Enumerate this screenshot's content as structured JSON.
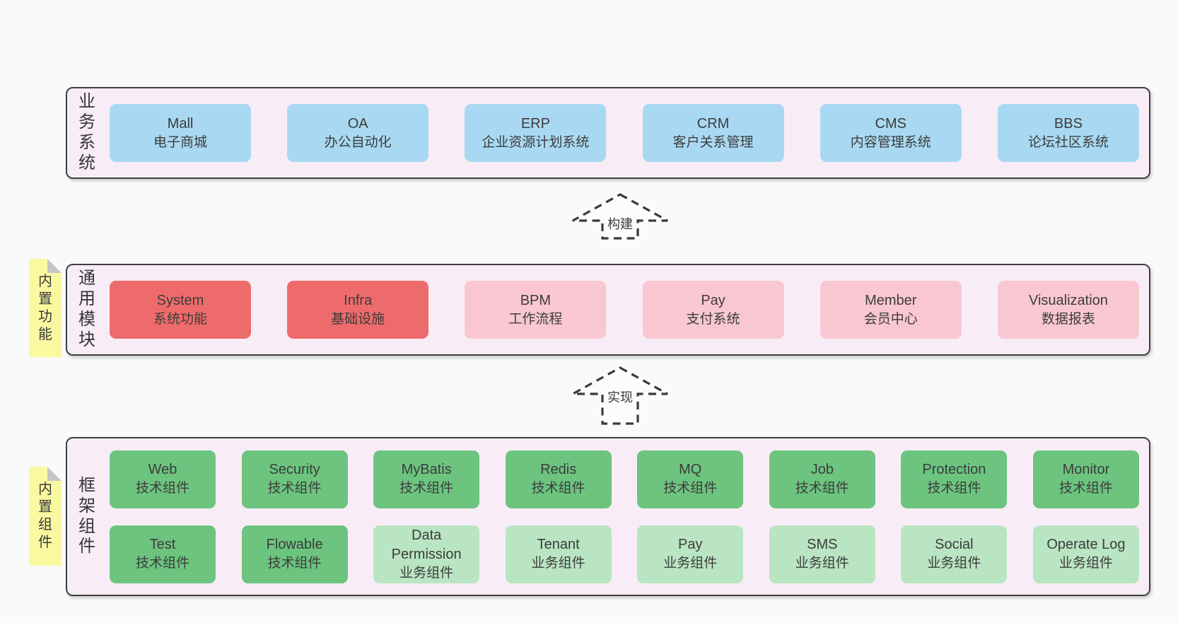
{
  "diagram": {
    "arrow_build": "构建",
    "arrow_implement": "实现"
  },
  "sections": {
    "business": {
      "label": "业务系统",
      "boxes": [
        {
          "name": "Mall",
          "desc": "电子商城",
          "variant": "blue"
        },
        {
          "name": "OA",
          "desc": "办公自动化",
          "variant": "blue"
        },
        {
          "name": "ERP",
          "desc": "企业资源计划系统",
          "variant": "blue"
        },
        {
          "name": "CRM",
          "desc": "客户关系管理",
          "variant": "blue"
        },
        {
          "name": "CMS",
          "desc": "内容管理系统",
          "variant": "blue"
        },
        {
          "name": "BBS",
          "desc": "论坛社区系统",
          "variant": "blue"
        }
      ]
    },
    "modules": {
      "label": "通用模块",
      "note": "内置功能",
      "boxes": [
        {
          "name": "System",
          "desc": "系统功能",
          "variant": "red"
        },
        {
          "name": "Infra",
          "desc": "基础设施",
          "variant": "red"
        },
        {
          "name": "BPM",
          "desc": "工作流程",
          "variant": "pink"
        },
        {
          "name": "Pay",
          "desc": "支付系统",
          "variant": "pink"
        },
        {
          "name": "Member",
          "desc": "会员中心",
          "variant": "pink"
        },
        {
          "name": "Visualization",
          "desc": "数据报表",
          "variant": "pink"
        }
      ]
    },
    "components": {
      "label": "框架组件",
      "note": "内置组件",
      "rows": [
        [
          {
            "name": "Web",
            "desc": "技术组件",
            "variant": "green"
          },
          {
            "name": "Security",
            "desc": "技术组件",
            "variant": "green"
          },
          {
            "name": "MyBatis",
            "desc": "技术组件",
            "variant": "green"
          },
          {
            "name": "Redis",
            "desc": "技术组件",
            "variant": "green"
          },
          {
            "name": "MQ",
            "desc": "技术组件",
            "variant": "green"
          },
          {
            "name": "Job",
            "desc": "技术组件",
            "variant": "green"
          },
          {
            "name": "Protection",
            "desc": "技术组件",
            "variant": "green"
          },
          {
            "name": "Monitor",
            "desc": "技术组件",
            "variant": "green"
          }
        ],
        [
          {
            "name": "Test",
            "desc": "技术组件",
            "variant": "green"
          },
          {
            "name": "Flowable",
            "desc": "技术组件",
            "variant": "green"
          },
          {
            "name": "Data Permission",
            "desc": "业务组件",
            "variant": "lightgreen"
          },
          {
            "name": "Tenant",
            "desc": "业务组件",
            "variant": "lightgreen"
          },
          {
            "name": "Pay",
            "desc": "业务组件",
            "variant": "lightgreen"
          },
          {
            "name": "SMS",
            "desc": "业务组件",
            "variant": "lightgreen"
          },
          {
            "name": "Social",
            "desc": "业务组件",
            "variant": "lightgreen"
          },
          {
            "name": "Operate Log",
            "desc": "业务组件",
            "variant": "lightgreen"
          }
        ]
      ]
    }
  },
  "colors": {
    "page_background": "#fafafa",
    "panel_background": "#f8edf6",
    "panel_border": "#3f3f3f",
    "system_blue": "#a9d9f2",
    "module_red": "#ee6b6b",
    "module_pink": "#f9c7d1",
    "component_green": "#6cc47f",
    "component_light_green": "#b9e5c2",
    "note_yellow": "#fbf9a0",
    "text": "#3c3c3c"
  }
}
